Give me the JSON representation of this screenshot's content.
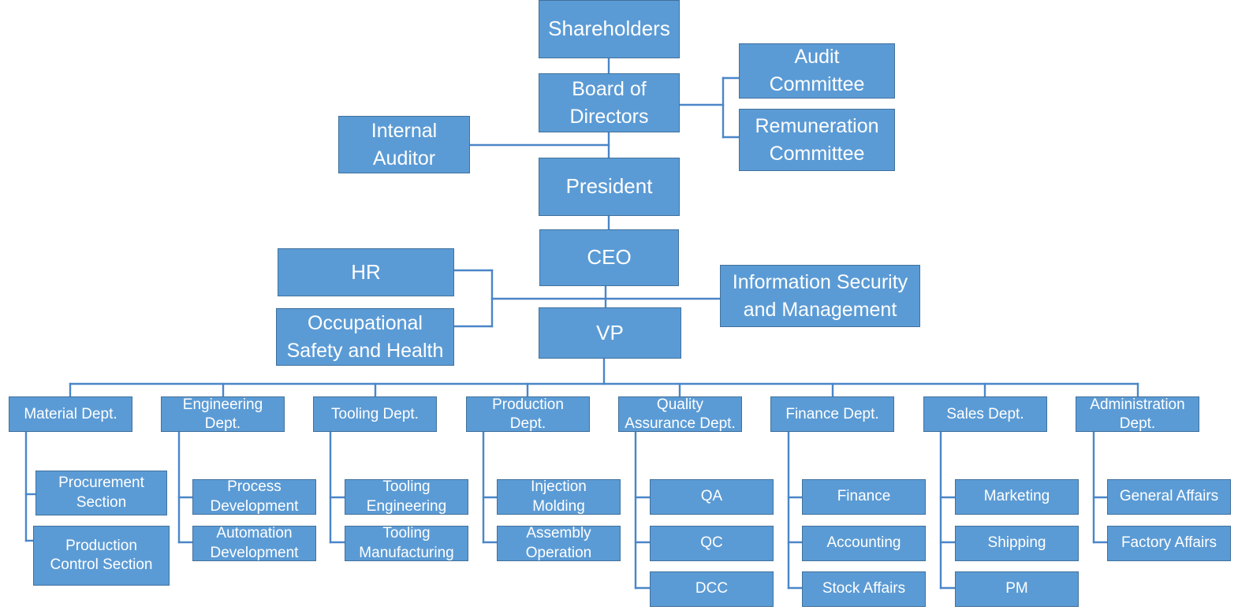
{
  "nodes": {
    "shareholders": "Shareholders",
    "board_of_directors": "Board of\nDirectors",
    "audit_committee": "Audit\nCommittee",
    "remuneration_committee": "Remuneration\nCommittee",
    "internal_auditor": "Internal\nAuditor",
    "president": "President",
    "ceo": "CEO",
    "hr": "HR",
    "occupational_safety": "Occupational\nSafety and Health",
    "info_security": "Information Security\nand Management",
    "vp": "VP",
    "material_dept": "Material Dept.",
    "engineering_dept": "Engineering\nDept.",
    "tooling_dept": "Tooling Dept.",
    "production_dept": "Production\nDept.",
    "qa_dept": "Quality\nAssurance Dept.",
    "finance_dept": "Finance Dept.",
    "sales_dept": "Sales Dept.",
    "admin_dept": "Administration\nDept.",
    "procurement_section": "Procurement\nSection",
    "production_control_section": "Production\nControl Section",
    "process_development": "Process\nDevelopment",
    "automation_development": "Automation\nDevelopment",
    "tooling_engineering": "Tooling\nEngineering",
    "tooling_manufacturing": "Tooling\nManufacturing",
    "injection_molding": "Injection\nMolding",
    "assembly_operation": "Assembly\nOperation",
    "qa": "QA",
    "qc": "QC",
    "dcc": "DCC",
    "finance": "Finance",
    "accounting": "Accounting",
    "stock_affairs": "Stock Affairs",
    "marketing": "Marketing",
    "shipping": "Shipping",
    "pm": "PM",
    "general_affairs": "General Affairs",
    "factory_affairs": "Factory Affairs"
  },
  "colors": {
    "box_fill": "#5b9bd5",
    "box_border": "#41719c",
    "connector": "#4a86c8",
    "text": "#ffffff"
  }
}
